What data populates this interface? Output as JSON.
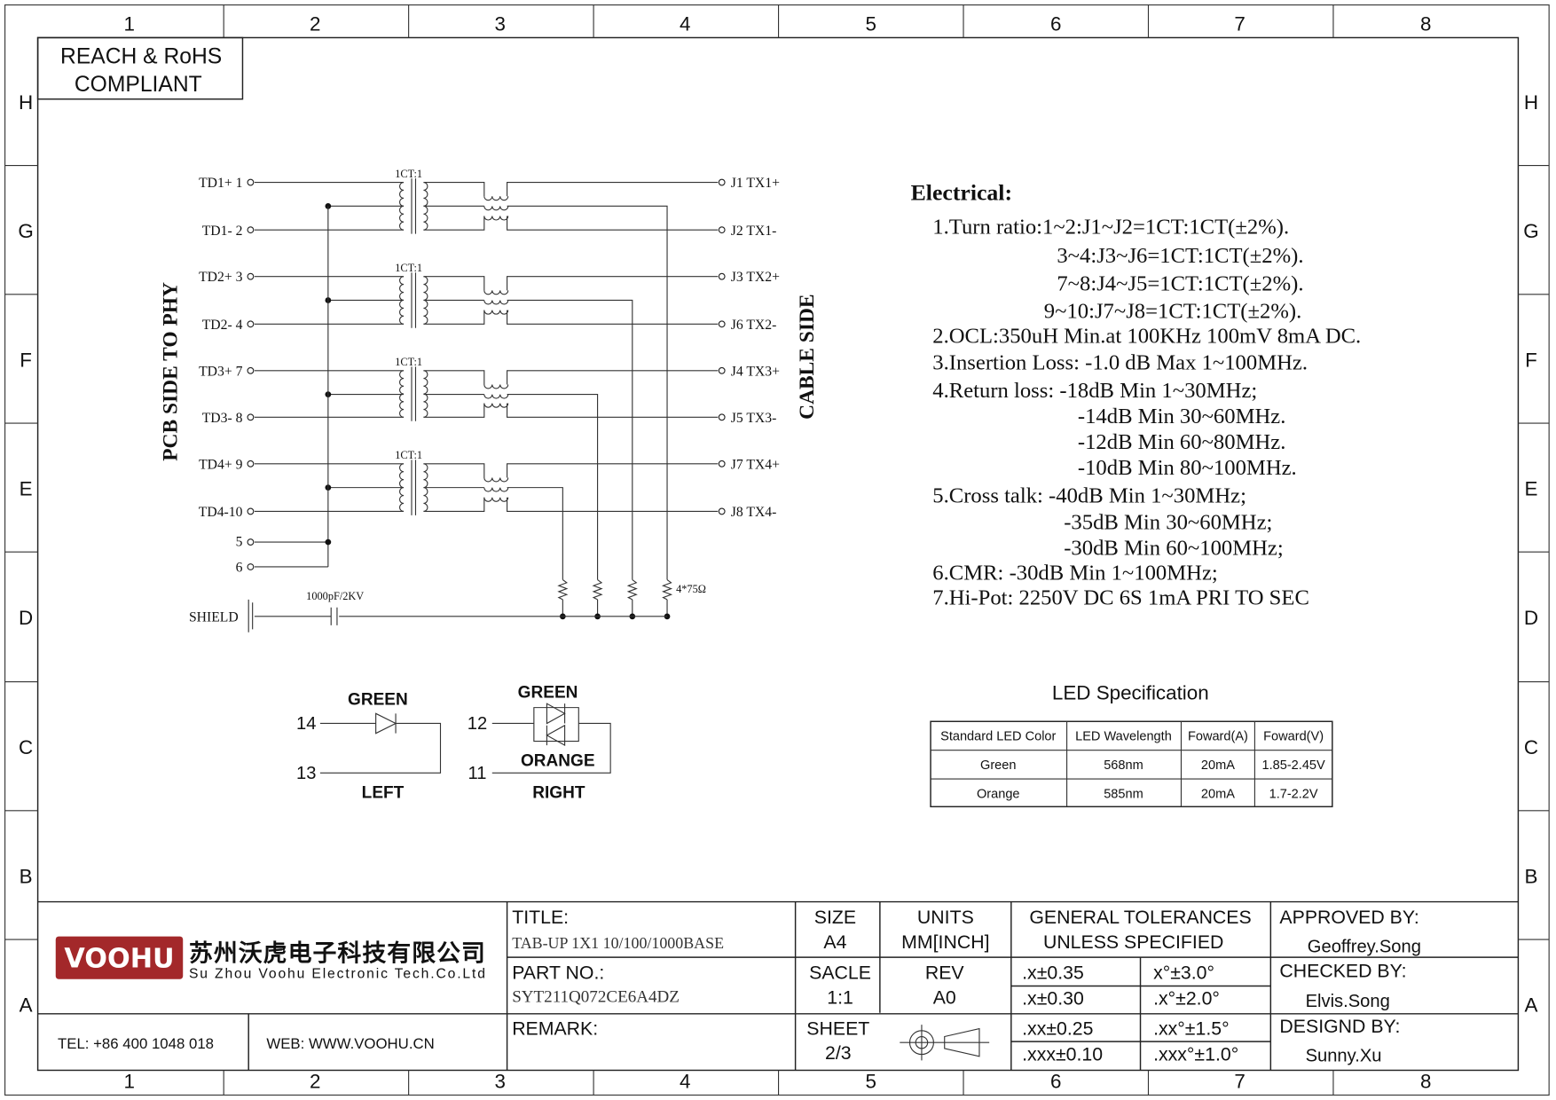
{
  "frame": {
    "columns": [
      "1",
      "2",
      "3",
      "4",
      "5",
      "6",
      "7",
      "8"
    ],
    "rows": [
      "H",
      "G",
      "F",
      "E",
      "D",
      "C",
      "B",
      "A"
    ]
  },
  "compliance": {
    "line1": "REACH & RoHS",
    "line2": "COMPLIANT"
  },
  "schematic": {
    "left_side_label": "PCB SIDE TO PHY",
    "right_side_label": "CABLE SIDE",
    "ratio_label": "1CT:1",
    "groups": [
      {
        "pin_plus": "TD1+  1",
        "pin_minus": "TD1-  2",
        "out_plus": "J1  TX1+",
        "out_minus": "J2  TX1-"
      },
      {
        "pin_plus": "TD2+  3",
        "pin_minus": "TD2-  4",
        "out_plus": "J3  TX2+",
        "out_minus": "J6  TX2-"
      },
      {
        "pin_plus": "TD3+  7",
        "pin_minus": "TD3-  8",
        "out_plus": "J4  TX3+",
        "out_minus": "J5  TX3-"
      },
      {
        "pin_plus": "TD4+  9",
        "pin_minus": "TD4-10",
        "out_plus": "J7  TX4+",
        "out_minus": "J8  TX4-"
      }
    ],
    "pin5": "5",
    "pin6": "6",
    "shield_label": "SHIELD",
    "cap_label": "1000pF/2KV",
    "resistor_label": "4*75Ω"
  },
  "led_diagram": {
    "left": {
      "pin_a": "14",
      "pin_b": "13",
      "color": "GREEN",
      "label": "LEFT"
    },
    "right": {
      "pin_a": "12",
      "pin_b": "11",
      "color_top": "GREEN",
      "color_bottom": "ORANGE",
      "label": "RIGHT"
    }
  },
  "electrical": {
    "title": "Electrical:",
    "lines": [
      "1.Turn ratio:1~2:J1~J2=1CT:1CT(±2%).",
      "3~4:J3~J6=1CT:1CT(±2%).",
      "7~8:J4~J5=1CT:1CT(±2%).",
      "9~10:J7~J8=1CT:1CT(±2%).",
      "2.OCL:350uH Min.at 100KHz 100mV 8mA DC.",
      "3.Insertion Loss: -1.0 dB Max 1~100MHz.",
      "4.Return loss: -18dB Min 1~30MHz;",
      "-14dB Min 30~60MHz.",
      "-12dB Min 60~80MHz.",
      "-10dB Min 80~100MHz.",
      "5.Cross talk: -40dB Min 1~30MHz;",
      "-35dB Min 30~60MHz;",
      "-30dB Min 60~100MHz;",
      "6.CMR: -30dB Min 1~100MHz;",
      "7.Hi-Pot: 2250V DC 6S 1mA PRI TO SEC"
    ]
  },
  "led_spec": {
    "title": "LED Specification",
    "headers": [
      "Standard LED Color",
      "LED Wavelength",
      "Foward(A)",
      "Foward(V)"
    ],
    "rows": [
      [
        "Green",
        "568nm",
        "20mA",
        "1.85-2.45V"
      ],
      [
        "Orange",
        "585nm",
        "20mA",
        "1.7-2.2V"
      ]
    ]
  },
  "title_block": {
    "logo_text": "VOOHU",
    "company_cn": "苏州沃虎电子科技有限公司",
    "company_en": "Su Zhou Voohu Electronic Tech.Co.Ltd",
    "tel": "TEL: +86 400 1048 018",
    "web": "WEB: WWW.VOOHU.CN",
    "title_label": "TITLE:",
    "title_value": "TAB-UP  1X1  10/100/1000BASE",
    "part_label": "PART NO.:",
    "part_value": "SYT211Q072CE6A4DZ",
    "remark_label": "REMARK:",
    "size_label": "SIZE",
    "size_value": "A4",
    "units_label": "UNITS",
    "units_value": "MM[INCH]",
    "scale_label": "SACLE",
    "scale_value": "1:1",
    "rev_label": "REV",
    "rev_value": "A0",
    "sheet_label": "SHEET",
    "sheet_value": "2/3",
    "tol_title1": "GENERAL TOLERANCES",
    "tol_title2": "UNLESS SPECIFIED",
    "tolerances": [
      [
        ".x±0.35",
        "x°±3.0°"
      ],
      [
        ".x±0.30",
        ".x°±2.0°"
      ],
      [
        ".xx±0.25",
        ".xx°±1.5°"
      ],
      [
        ".xxx±0.10",
        ".xxx°±1.0°"
      ]
    ],
    "approved_label": "APPROVED BY:",
    "approved_value": "Geoffrey.Song",
    "checked_label": "CHECKED BY:",
    "checked_value": "Elvis.Song",
    "designed_label": "DESIGND BY:",
    "designed_value": "Sunny.Xu"
  },
  "colors": {
    "logo_red": "#a3282a",
    "web_blue": "#1f4e8c"
  }
}
